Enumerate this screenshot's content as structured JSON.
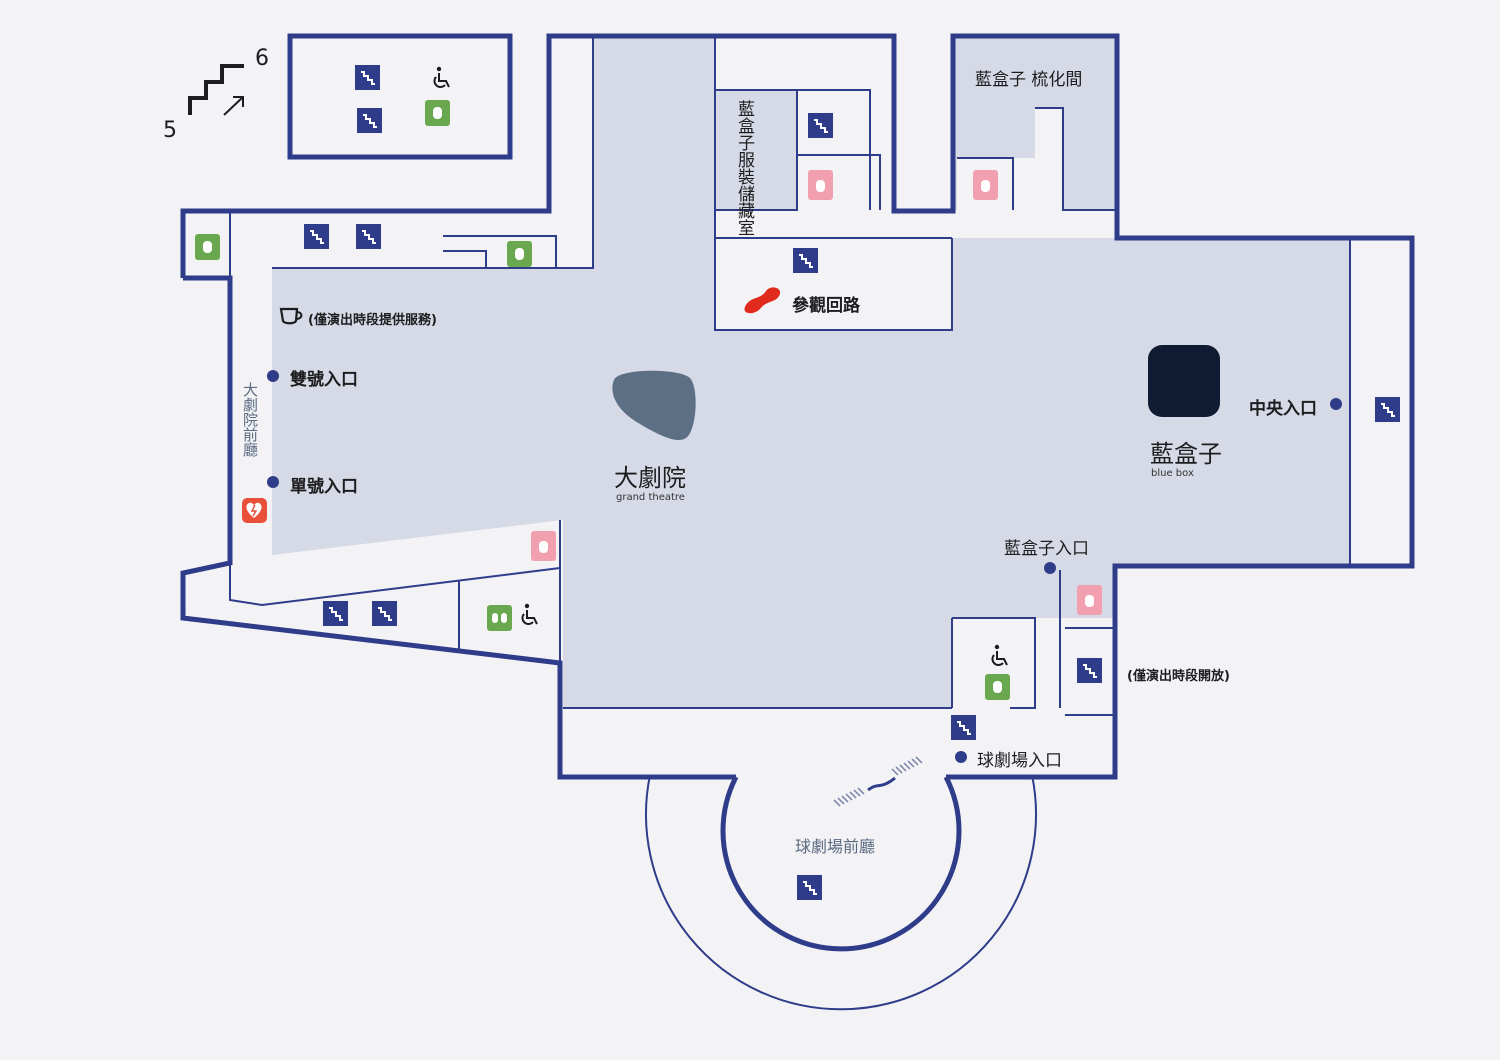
{
  "floor": {
    "from": "5",
    "to": "6"
  },
  "colors": {
    "wall": "#2f3c8a",
    "room_fill": "#d6dae6",
    "background": "#f3f3f6",
    "stairs_icon_bg": "#2f3c8a",
    "restroom_green": "#6aa84f",
    "restroom_pink": "#f2a0b0",
    "aed_red": "#e8503a",
    "tour_route_red": "#e02a1b",
    "bluebox_logo": "#0f1b33",
    "grandtheatre_logo": "#5d6f85"
  },
  "venues": {
    "grand_theatre": {
      "name": "大劇院",
      "name_en": "grand theatre"
    },
    "blue_box": {
      "name": "藍盒子",
      "name_en": "blue box"
    }
  },
  "labels": {
    "cafe_note": "(僅演出時段提供服務)",
    "even_entrance": "雙號入口",
    "odd_entrance": "單號入口",
    "grand_lobby": "大劇院前廳",
    "bluebox_costume": "藍盒子服裝儲藏室",
    "bluebox_dressing": "藍盒子 梳化間",
    "tour_route": "參觀回路",
    "central_entrance": "中央入口",
    "bluebox_entrance": "藍盒子入口",
    "open_note": "(僅演出時段開放)",
    "playhouse_entrance": "球劇場入口",
    "playhouse_lobby": "球劇場前廳"
  },
  "icons": {
    "stairs": "stairs-icon",
    "wheelchair": "wheelchair-icon",
    "restroom": "restroom-icon",
    "aed": "aed-icon",
    "cafe": "cafe-icon",
    "tour": "tour-route-icon",
    "entrance_dot": "entrance-dot-icon"
  }
}
